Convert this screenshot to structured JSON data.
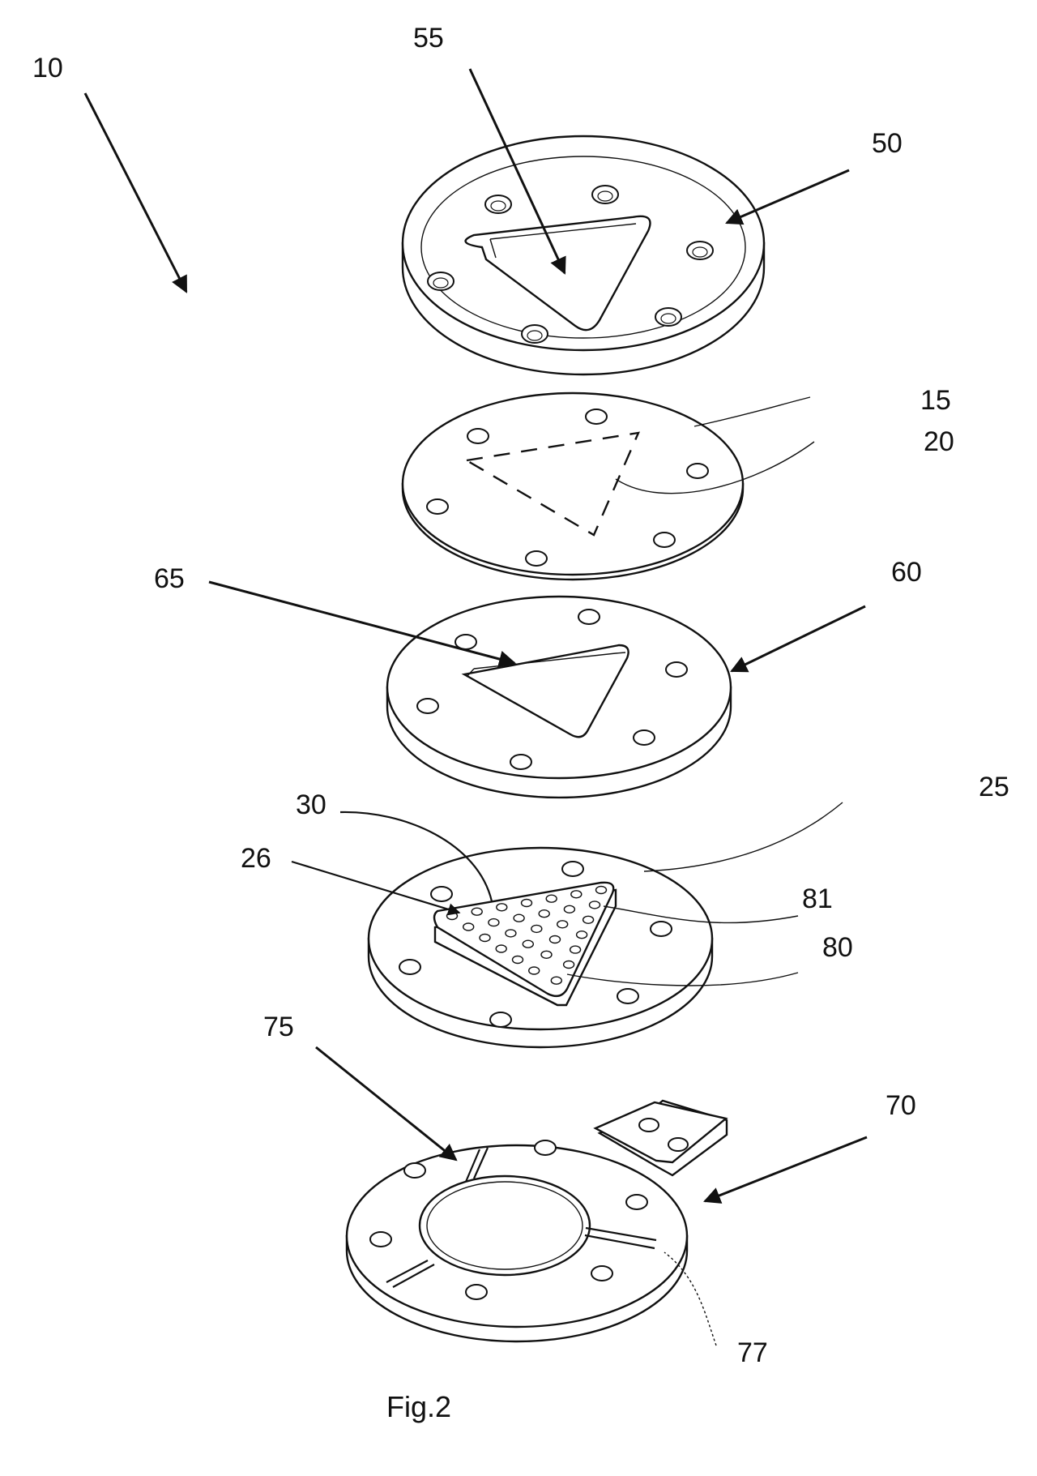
{
  "figure": {
    "caption": "Fig.2",
    "labels": {
      "l10": "10",
      "l55": "55",
      "l50": "50",
      "l15": "15",
      "l20": "20",
      "l65": "65",
      "l60": "60",
      "l30": "30",
      "l25": "25",
      "l26": "26",
      "l81": "81",
      "l80": "80",
      "l75": "75",
      "l70": "70",
      "l77": "77"
    }
  }
}
